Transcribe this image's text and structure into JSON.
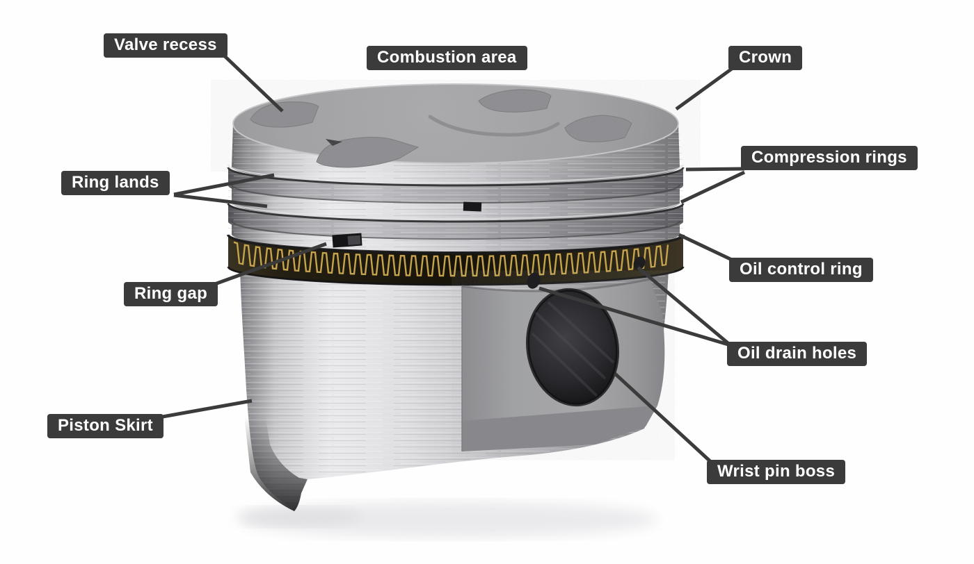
{
  "diagram": {
    "type": "labeled-diagram",
    "subject": "piston",
    "labels": [
      {
        "id": "valve-recess",
        "text": "Valve recess",
        "leader_lines": 1
      },
      {
        "id": "combustion-area",
        "text": "Combustion area",
        "leader_lines": 0
      },
      {
        "id": "crown",
        "text": "Crown",
        "leader_lines": 1
      },
      {
        "id": "compression-rings",
        "text": "Compression rings",
        "leader_lines": 2
      },
      {
        "id": "ring-lands",
        "text": "Ring lands",
        "leader_lines": 2
      },
      {
        "id": "ring-gap",
        "text": "Ring gap",
        "leader_lines": 1
      },
      {
        "id": "oil-control-ring",
        "text": "Oil control ring",
        "leader_lines": 1
      },
      {
        "id": "oil-drain-holes",
        "text": "Oil drain holes",
        "leader_lines": 2
      },
      {
        "id": "piston-skirt",
        "text": "Piston Skirt",
        "leader_lines": 1
      },
      {
        "id": "wrist-pin-boss",
        "text": "Wrist pin boss",
        "leader_lines": 1
      }
    ],
    "colors": {
      "background": "#fefefe",
      "label_bg": "#3b3b3b",
      "label_text": "#ffffff",
      "leader_line": "#3b3b3b",
      "metal_light": "#e9e9ec",
      "metal_dark": "#6d6d71",
      "oil_ring_gold": "#c6a44d",
      "oil_ring_dark": "#1c170c"
    }
  }
}
